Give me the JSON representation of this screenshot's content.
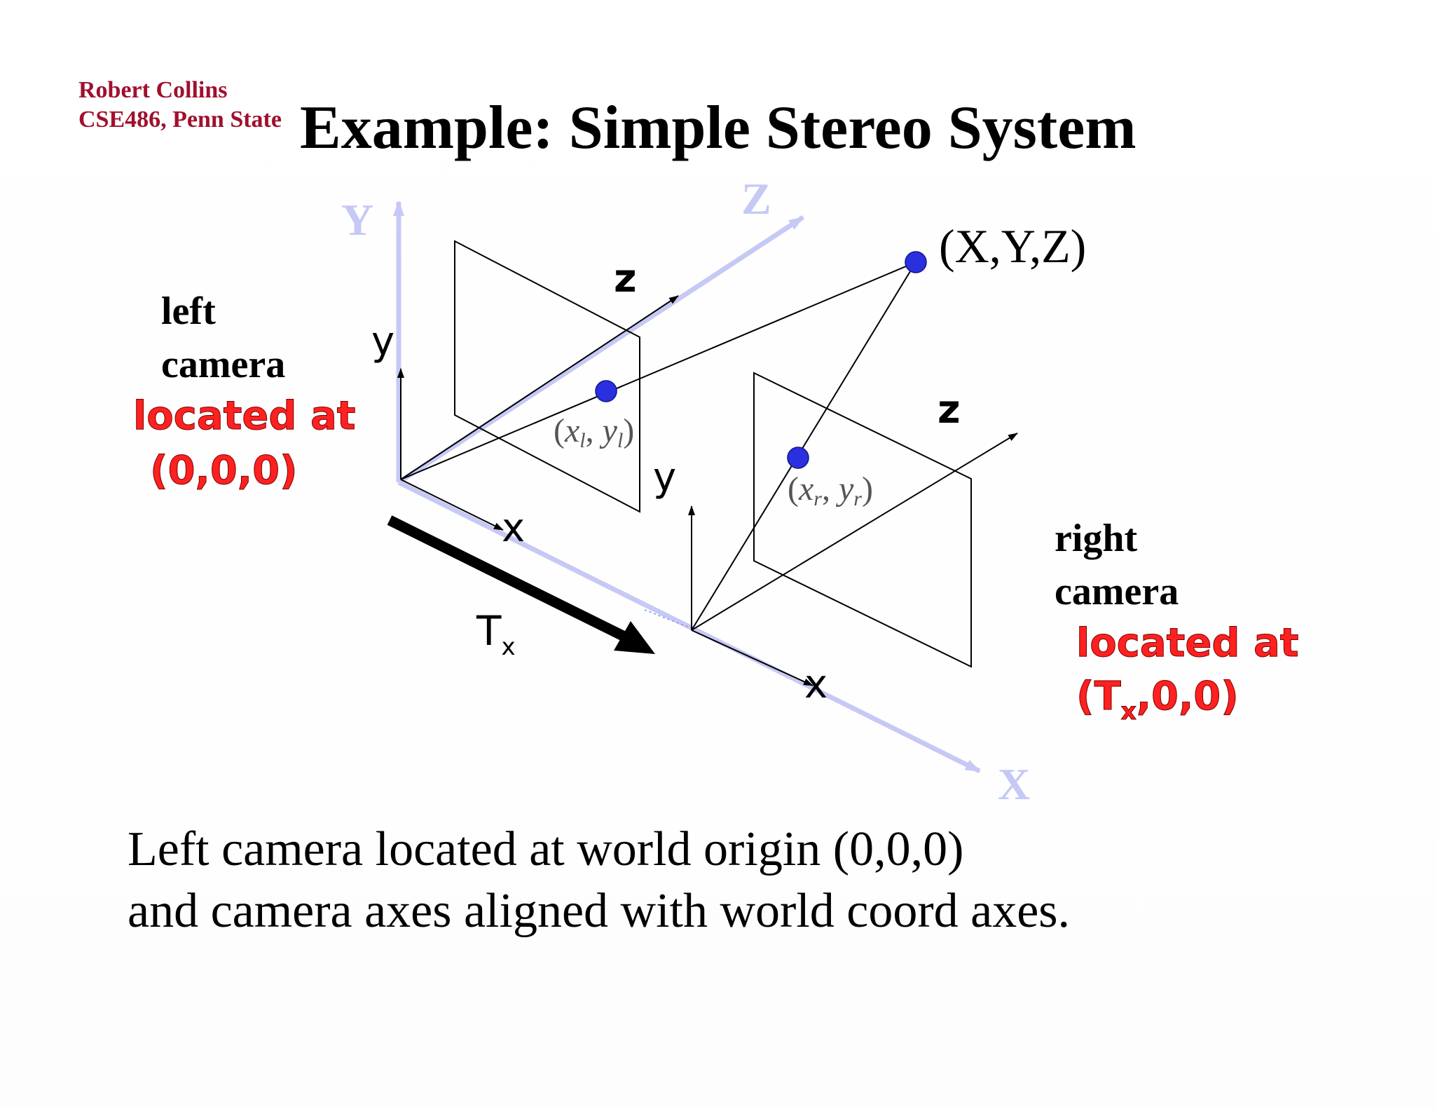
{
  "header": {
    "author_name": "Robert Collins",
    "author_course": "CSE486, Penn State",
    "title": "Example: Simple Stereo System"
  },
  "diagram": {
    "world_axes": {
      "x": "X",
      "y": "Y",
      "z": "Z"
    },
    "point_label": "(X,Y,Z)",
    "left_camera": {
      "label_line1": "left",
      "label_line2": "camera",
      "location_line1": "located at",
      "location_line2": "(0,0,0)",
      "axis_x": "x",
      "axis_y": "y",
      "axis_z": "z",
      "image_point": "(x_l, y_l)",
      "image_point_base_x": "x",
      "image_point_sub_x": "l",
      "image_point_base_y": "y",
      "image_point_sub_y": "l"
    },
    "right_camera": {
      "label_line1": "right",
      "label_line2": "camera",
      "location_line1": "located at",
      "location_prefix": "(T",
      "location_subscript": "x",
      "location_suffix": ",0,0)",
      "axis_x": "x",
      "axis_y": "y",
      "axis_z": "z",
      "image_point": "(x_r, y_r)",
      "image_point_base_x": "x",
      "image_point_sub_x": "r",
      "image_point_base_y": "y",
      "image_point_sub_y": "r"
    },
    "baseline": {
      "label": "T",
      "subscript": "x"
    },
    "colors": {
      "author": "#a0102e",
      "world_axis": "#c6c9f5",
      "highlight": "#ff2020",
      "point": "#2a30e0"
    }
  },
  "caption": {
    "line1": "Left camera located at world origin (0,0,0)",
    "line2": "and camera axes aligned with world coord axes."
  }
}
